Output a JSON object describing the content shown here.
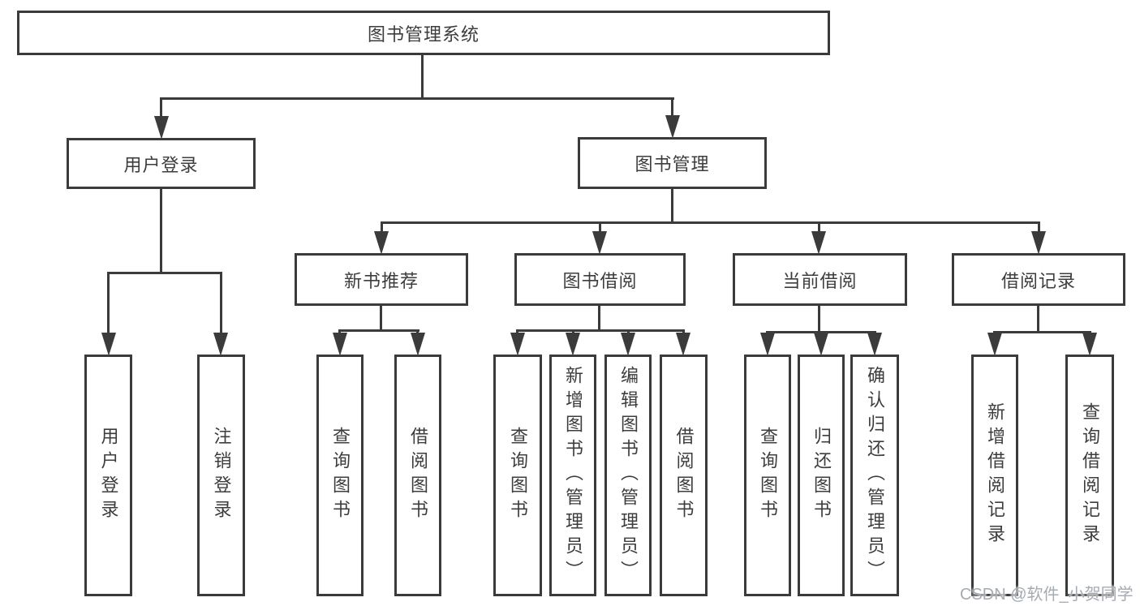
{
  "title": "图书管理系统",
  "watermark": "CSDN @软件_小贺同学",
  "colors": {
    "line": "#3b3b3b",
    "text": "#3d3d3d",
    "background": "#ffffff",
    "watermark": "#a6abb2"
  },
  "tree": {
    "root": "图书管理系统",
    "children": [
      {
        "label": "用户登录",
        "children": [
          {
            "label": "用户登录"
          },
          {
            "label": "注销登录"
          }
        ]
      },
      {
        "label": "图书管理",
        "children": [
          {
            "label": "新书推荐",
            "children": [
              {
                "label": "查询图书"
              },
              {
                "label": "借阅图书"
              }
            ]
          },
          {
            "label": "图书借阅",
            "children": [
              {
                "label": "查询图书"
              },
              {
                "label": "新增图书（管理员）"
              },
              {
                "label": "编辑图书（管理员）"
              },
              {
                "label": "借阅图书"
              }
            ]
          },
          {
            "label": "当前借阅",
            "children": [
              {
                "label": "查询图书"
              },
              {
                "label": "归还图书"
              },
              {
                "label": "确认归还（管理员）"
              }
            ]
          },
          {
            "label": "借阅记录",
            "children": [
              {
                "label": "新增借阅记录"
              },
              {
                "label": "查询借阅记录"
              }
            ]
          }
        ]
      }
    ]
  }
}
